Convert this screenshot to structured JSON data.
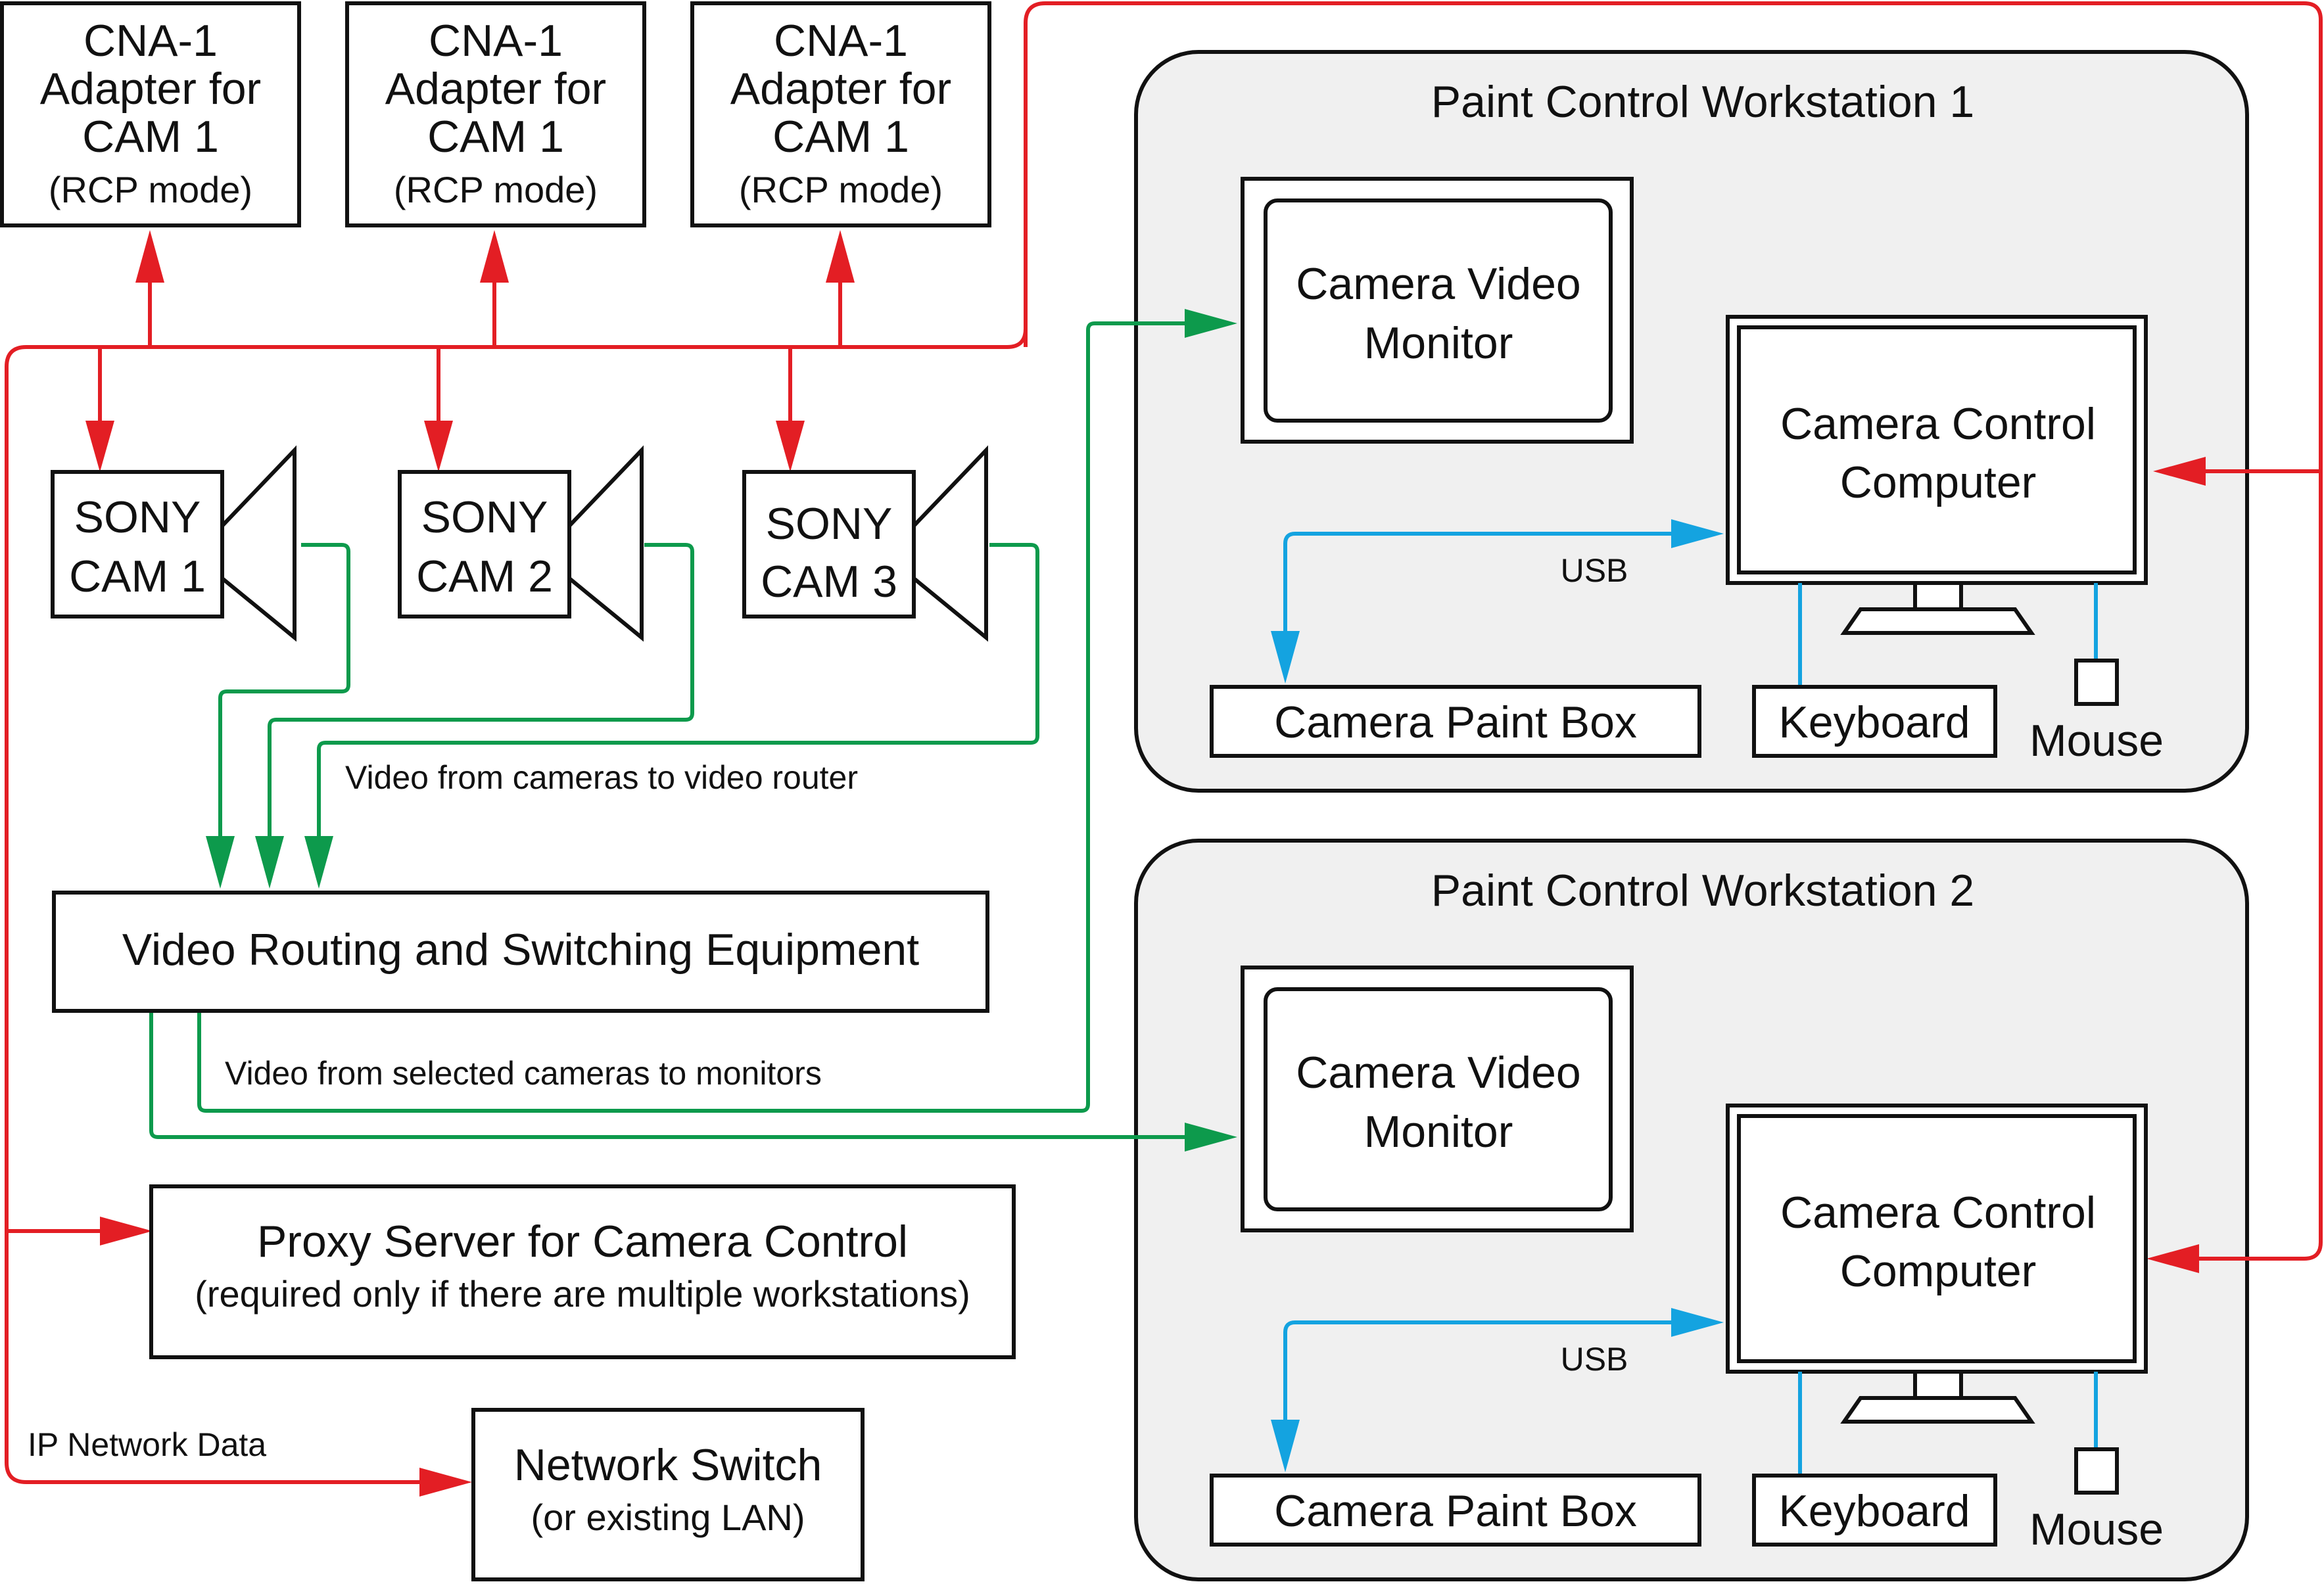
{
  "adapters": [
    {
      "line1": "CNA-1",
      "line2": "Adapter for",
      "line3": "CAM 1",
      "mode": "(RCP mode)"
    },
    {
      "line1": "CNA-1",
      "line2": "Adapter for",
      "line3": "CAM 1",
      "mode": "(RCP mode)"
    },
    {
      "line1": "CNA-1",
      "line2": "Adapter for",
      "line3": "CAM 1",
      "mode": "(RCP mode)"
    }
  ],
  "cameras": [
    {
      "brand": "SONY",
      "name": "CAM 1"
    },
    {
      "brand": "SONY",
      "name": "CAM 2"
    },
    {
      "brand": "SONY",
      "name": "CAM 3"
    }
  ],
  "labels": {
    "video_to_router": "Video from cameras to video router",
    "video_to_monitors": "Video from selected cameras to monitors",
    "ip_network": "IP Network Data"
  },
  "router": {
    "title": "Video Routing and Switching Equipment"
  },
  "proxy": {
    "title": "Proxy Server for Camera Control",
    "subtitle": "(required only if there are multiple workstations)"
  },
  "switch": {
    "title": "Network Switch",
    "subtitle": "(or existing LAN)"
  },
  "workstations": [
    {
      "title": "Paint Control Workstation 1",
      "monitor": {
        "line1": "Camera Video",
        "line2": "Monitor"
      },
      "computer": {
        "line1": "Camera Control",
        "line2": "Computer"
      },
      "usb": "USB",
      "paint_box": "Camera Paint Box",
      "keyboard": "Keyboard",
      "mouse": "Mouse"
    },
    {
      "title": "Paint Control Workstation 2",
      "monitor": {
        "line1": "Camera Video",
        "line2": "Monitor"
      },
      "computer": {
        "line1": "Camera Control",
        "line2": "Computer"
      },
      "usb": "USB",
      "paint_box": "Camera Paint Box",
      "keyboard": "Keyboard",
      "mouse": "Mouse"
    }
  ],
  "colors": {
    "network": "#e31e24",
    "video": "#0d9a4c",
    "usb": "#14a3e0",
    "panel": "#f0f0f0"
  }
}
